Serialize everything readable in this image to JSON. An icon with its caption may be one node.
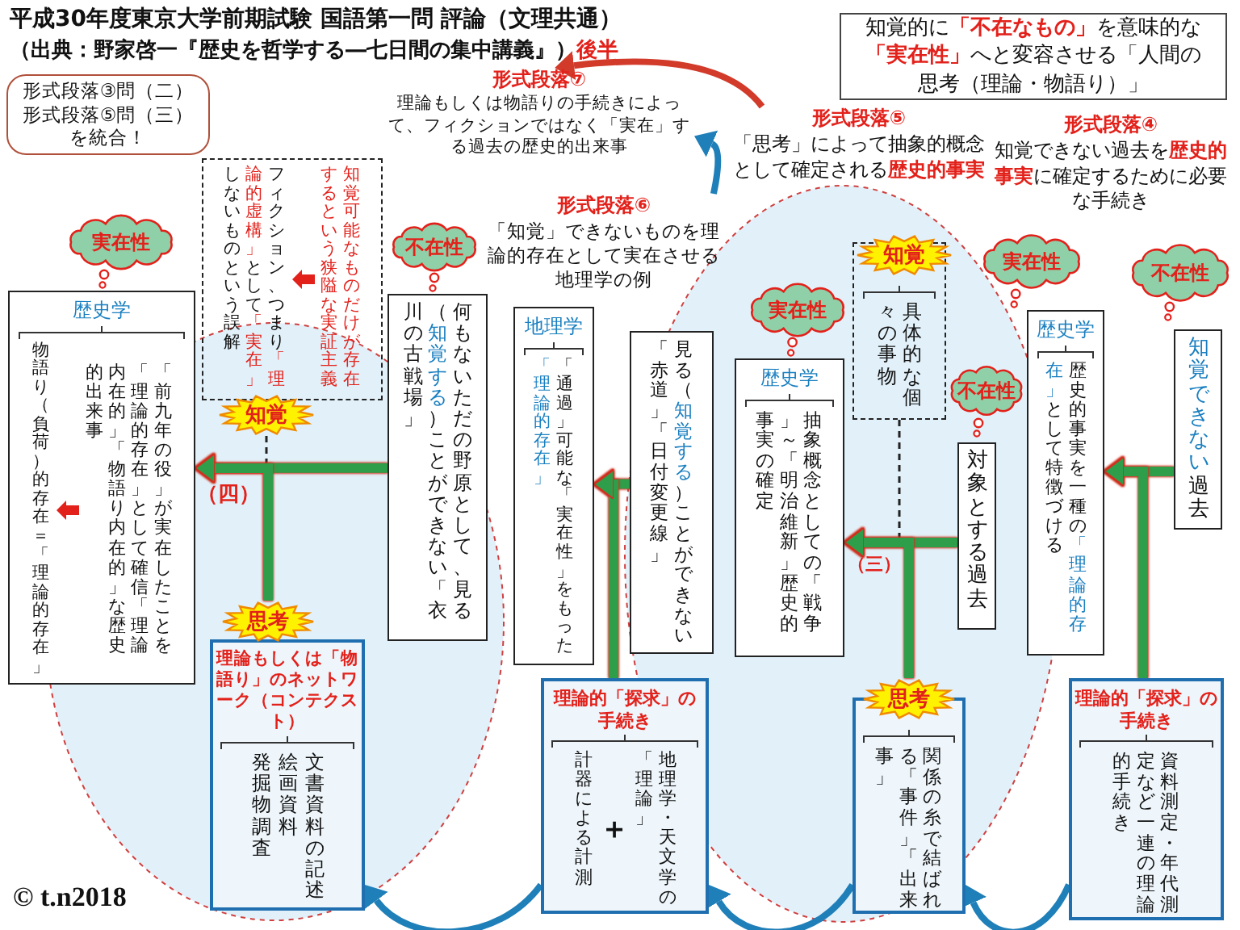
{
  "diagram": {
    "title": "平成30年度東京大学前期試験 国語第一問 評論（文理共通）",
    "nodes": [
      {
        "text": [
          "知覚的に**「不在なもの」**を意味的な**「実在性」**へと変容させる「人間の思考（理論・物語り）」"
        ]
      },
      {
        "text": [
          "形式段落③問（二）形式段落⑤問（三）を統合！"
        ]
      },
      {
        "text": [
          "形式段落⑦",
          "理論もしくは物語りの手続きによって、フィクションではなく「実在」する過去の歴史的出来事"
        ]
      },
      {
        "text": [
          "形式段落⑤",
          "「思考」によって抽象的概念として確定される**歴史的事実**"
        ]
      },
      {
        "text": [
          "形式段落⑥",
          "「知覚」できないものを理論的存在として実在させる地理学の例"
        ]
      },
      {
        "text": [
          "形式段落④",
          "知覚できない過去を**歴史的事実**に確定するために必要な手続き"
        ]
      },
      {
        "text": [
          "フィクション、つまり**「理論的虚構」**として**「実在」**しないものという誤解",
          "知覚可能なものだけが存在するという狭隘な実証主義"
        ]
      },
      {
        "text": [
          "知覚"
        ]
      },
      {
        "text": [
          "実在性"
        ]
      },
      {
        "text": [
          "歴史学",
          "物語り（負荷）的存在＝「理論的存在」",
          "「前九年の役」が実在したことを「理論的存在」として確信「理論内在的」「物語り内在的」な歴史的出来事"
        ]
      },
      {
        "text": [
          "不在性"
        ]
      },
      {
        "text": [
          "何もないただの野原として、見る（**知覚する**）ことができない「衣川の古戦場」"
        ]
      },
      {
        "text": [
          "思考"
        ]
      },
      {
        "text": [
          "理論もしくは「物語り」のネットワーク（コンテクスト）",
          "文書資料の記述",
          "絵画資料",
          "発掘物調査"
        ]
      },
      {
        "text": [
          "地理学",
          "「通過」可能な「実在性」をもった**「理論的存在」**"
        ]
      },
      {
        "text": [
          "見る（**知覚する**）ことができない「赤道」「日付変更線」"
        ]
      },
      {
        "text": [
          "理論的「探求」の手続き",
          "地理学・天文学の「理論」",
          "＋",
          "計器による計測"
        ]
      },
      {
        "text": [
          "知覚"
        ]
      },
      {
        "text": [
          "具体的な個々の事物"
        ]
      },
      {
        "text": [
          "実在性"
        ]
      },
      {
        "text": [
          "歴史学",
          "抽象概念としての「戦争」～「明治維新」歴史的事実の確定"
        ]
      },
      {
        "text": [
          "不在性"
        ]
      },
      {
        "text": [
          "対象とする過去"
        ]
      },
      {
        "text": [
          "思考"
        ]
      },
      {
        "text": [
          "関係の糸で結ばれる「事件」「出来事」"
        ]
      },
      {
        "text": [
          "実在性"
        ]
      },
      {
        "text": [
          "歴史学",
          "歴史的事実を一種の**「理論的存在」**として特徴づける"
        ]
      },
      {
        "text": [
          "不在性"
        ]
      },
      {
        "text": [
          "**知覚できない**過去"
        ]
      },
      {
        "text": [
          "理論的「探求」の手続き",
          "資料測定・年代測定など一連の理論的手続き"
        ]
      }
    ],
    "edges": [
      {
        "from": 3,
        "to": 2,
        "arrow": "to",
        "color": "#d23a2a"
      },
      {
        "from": 4,
        "to": 2,
        "arrow": "to",
        "color": "#1f7fb8"
      },
      {
        "from": 11,
        "to": 9,
        "arrow": "to"
      },
      {
        "from": 12,
        "to": 9,
        "arrow": "to"
      },
      {
        "from": 7,
        "to": 9,
        "arrow": "to",
        "style": "dashed",
        "color": "#222222"
      },
      {
        "from": 15,
        "to": 14,
        "arrow": "to"
      },
      {
        "from": 16,
        "to": 14,
        "arrow": "to"
      },
      {
        "from": 22,
        "to": 20,
        "arrow": "to"
      },
      {
        "from": 23,
        "to": 20,
        "arrow": "to"
      },
      {
        "from": 18,
        "to": 20,
        "arrow": "to",
        "style": "dashed",
        "color": "#222222"
      },
      {
        "from": 28,
        "to": 26,
        "arrow": "to"
      },
      {
        "from": 29,
        "to": 26,
        "arrow": "to"
      },
      {
        "from": 29,
        "to": 24,
        "arrow": "to",
        "color": "#1f7fb8"
      },
      {
        "from": 24,
        "to": 16,
        "arrow": "to",
        "color": "#1f7fb8"
      },
      {
        "from": 16,
        "to": 13,
        "arrow": "to",
        "color": "#1f7fb8"
      }
    ],
    "labels": [
      "（出典：野家啓一『歴史を哲学する―七日間の集中講義』）**後半**",
      "（四）",
      "（三）",
      "© t.n2018"
    ]
  }
}
